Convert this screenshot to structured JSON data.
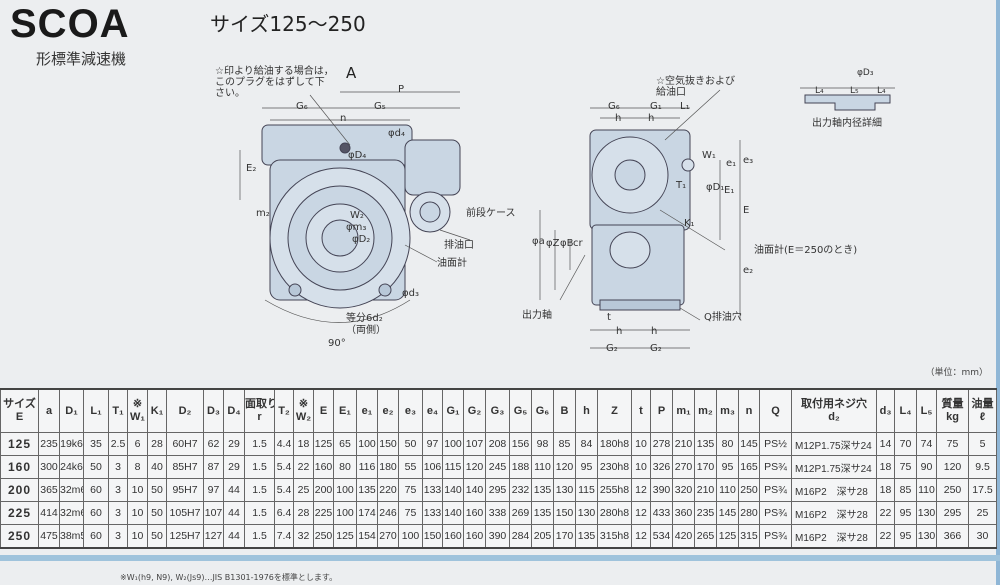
{
  "header": {
    "title": "SCOA",
    "subtitle": "形標準減速機",
    "size_range": "サイズ125～250"
  },
  "drawing": {
    "note_plug": [
      "☆印より給油する場合は，",
      "このプラグをはずして下",
      "さい。"
    ],
    "view_a": "A",
    "dim_P": "P",
    "dim_G6": "G₆",
    "dim_G5": "G₅",
    "dim_n": "n",
    "dim_d4": "φd₄",
    "dim_D4": "φD₄",
    "dim_E2": "E₂",
    "dim_m2": "m₂",
    "dim_W2": "W₂",
    "dim_m3": "φm₃",
    "dim_D2": "φD₂",
    "dim_d3": "φd₃",
    "label_front_case": "前段ケース",
    "label_drain": "排油口",
    "label_oil_gauge": "油面計",
    "label_bolts": "等分6d₂",
    "label_both_sides": "（両側）",
    "angle": "90°",
    "note_air": [
      "☆空気抜きおよび",
      "給油口"
    ],
    "dim_G1": "G₁",
    "dim_L1": "L₁",
    "dim_h": "h",
    "dim_W1": "W₁",
    "dim_T1": "T₁",
    "dim_D1": "φD₁",
    "dim_E1": "E₁",
    "dim_E": "E",
    "dim_e1": "e₁",
    "dim_e3": "e₃",
    "dim_e2": "e₂",
    "dim_K1": "K₁",
    "dim_a": "φa",
    "dim_Z": "φZ",
    "dim_B": "φB",
    "dim_cr": "cr",
    "dim_t": "t",
    "dim_G2": "G₂",
    "label_output_shaft": "出力軸",
    "label_q_drain": "Q排油穴",
    "label_oil_gauge_250": "油面計(E＝250のとき)",
    "detail_caption": "出力軸内径詳細",
    "detail_L4": "L₄",
    "detail_L5": "L₅",
    "detail_D3": "φD₃"
  },
  "unit": "（単位：mm）",
  "table": {
    "headers": [
      "サイズ\nE",
      "a",
      "D₁",
      "L₁",
      "T₁",
      "※\nW₁",
      "K₁",
      "D₂",
      "D₃",
      "D₄",
      "面取り\nr",
      "T₂",
      "※\nW₂",
      "E",
      "E₁",
      "e₁",
      "e₂",
      "e₃",
      "e₄",
      "G₁",
      "G₂",
      "G₃",
      "G₅",
      "G₆",
      "B",
      "h",
      "Z",
      "t",
      "P",
      "m₁",
      "m₂",
      "m₃",
      "n",
      "Q",
      "取付用ネジ穴\nd₂",
      "d₃",
      "L₄",
      "L₅",
      "質量\nkg",
      "油量\nℓ"
    ],
    "rows": [
      [
        "125",
        "235",
        "19k6",
        "35",
        "2.5",
        "6",
        "28",
        "60H7",
        "62",
        "29",
        "1.5",
        "4.4",
        "18",
        "125",
        "65",
        "100",
        "150",
        "50",
        "97",
        "100",
        "107",
        "208",
        "156",
        "98",
        "85",
        "84",
        "180h8",
        "10",
        "278",
        "210",
        "135",
        "80",
        "145",
        "PS½",
        "M12P1.75深サ24",
        "14",
        "70",
        "74",
        "75",
        "5"
      ],
      [
        "160",
        "300",
        "24k6",
        "50",
        "3",
        "8",
        "40",
        "85H7",
        "87",
        "29",
        "1.5",
        "5.4",
        "22",
        "160",
        "80",
        "116",
        "180",
        "55",
        "106",
        "115",
        "120",
        "245",
        "188",
        "110",
        "120",
        "95",
        "230h8",
        "10",
        "326",
        "270",
        "170",
        "95",
        "165",
        "PS¾",
        "M12P1.75深サ24",
        "18",
        "75",
        "90",
        "120",
        "9.5"
      ],
      [
        "200",
        "365",
        "32m6",
        "60",
        "3",
        "10",
        "50",
        "95H7",
        "97",
        "44",
        "1.5",
        "5.4",
        "25",
        "200",
        "100",
        "135",
        "220",
        "75",
        "133",
        "140",
        "140",
        "295",
        "232",
        "135",
        "130",
        "115",
        "255h8",
        "12",
        "390",
        "320",
        "210",
        "110",
        "250",
        "PS¾",
        "M16P2　深サ28",
        "18",
        "85",
        "110",
        "250",
        "17.5"
      ],
      [
        "225",
        "414",
        "32m6",
        "60",
        "3",
        "10",
        "50",
        "105H7",
        "107",
        "44",
        "1.5",
        "6.4",
        "28",
        "225",
        "100",
        "174",
        "246",
        "75",
        "133",
        "140",
        "160",
        "338",
        "269",
        "135",
        "150",
        "130",
        "280h8",
        "12",
        "433",
        "360",
        "235",
        "145",
        "280",
        "PS¾",
        "M16P2　深サ28",
        "22",
        "95",
        "130",
        "295",
        "25"
      ],
      [
        "250",
        "475",
        "38m5",
        "60",
        "3",
        "10",
        "50",
        "125H7",
        "127",
        "44",
        "1.5",
        "7.4",
        "32",
        "250",
        "125",
        "154",
        "270",
        "100",
        "150",
        "160",
        "160",
        "390",
        "284",
        "205",
        "170",
        "135",
        "315h8",
        "12",
        "534",
        "420",
        "265",
        "125",
        "315",
        "PS¾",
        "M16P2　深サ28",
        "22",
        "95",
        "130",
        "366",
        "30"
      ]
    ]
  },
  "footnote": "※W₁(h9, N9), W₂(Js9)…JIS B1301-1976を標準とします。"
}
